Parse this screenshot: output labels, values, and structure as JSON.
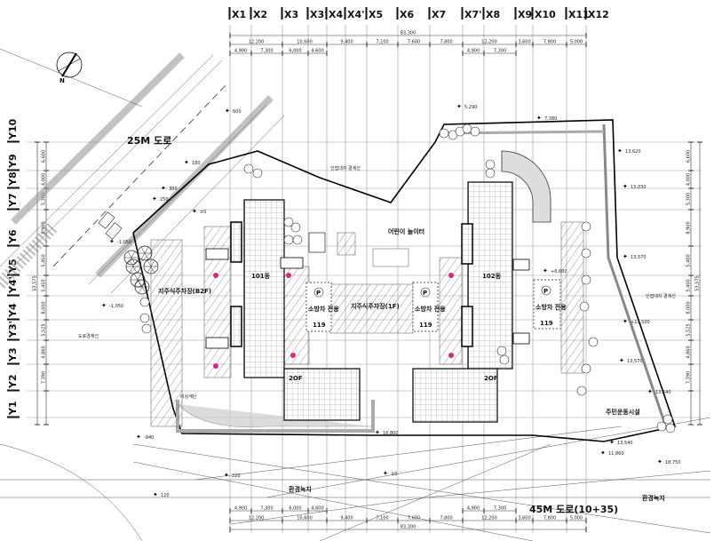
{
  "axes": {
    "x_labels": [
      "X1",
      "X2",
      "X3",
      "X3'",
      "X4",
      "X4'",
      "X5",
      "X6",
      "X7",
      "X7'",
      "X8",
      "X9",
      "X10",
      "X11",
      "X12"
    ],
    "y_labels": [
      "Y10",
      "Y9",
      "Y8",
      "Y7",
      "Y6",
      "Y5",
      "Y4'",
      "Y4",
      "Y3'",
      "Y3",
      "Y2",
      "Y1"
    ]
  },
  "dimensions": {
    "top_total": "83,300",
    "top_row": [
      "12,200",
      "10,600",
      "9,400",
      "7,100",
      "7,600",
      "7,800",
      "12,200",
      "3,600",
      "7,800",
      "5,000"
    ],
    "top_sub": [
      "4,900",
      "7,300",
      "6,000",
      "4,600",
      "4,900",
      "7,300"
    ],
    "bottom_total": "83,300",
    "bottom_row": [
      "12,200",
      "10,600",
      "9,400",
      "7,100",
      "7,600",
      "7,800",
      "12,200",
      "3,600",
      "7,800",
      "5,000"
    ],
    "bottom_sub": [
      "4,900",
      "7,300",
      "6,000",
      "4,600",
      "4,900",
      "7,300"
    ],
    "left_total": "53,575",
    "left_row": [
      "6,600",
      "4,000",
      "5,300",
      "8,900",
      "5,450",
      "5,450",
      "8,000",
      "5,525",
      "4,860",
      "7,390"
    ],
    "right_total": "53,575",
    "right_row": [
      "6,600",
      "4,000",
      "5,300",
      "8,900",
      "5,400",
      "5,400",
      "8,000",
      "5,525",
      "4,860",
      "7,390"
    ]
  },
  "labels": {
    "road_25m": "25M 도로",
    "road_45m": "45M 도로(10+35)",
    "playground": "어린이 놀이터",
    "bldg_101": "101동",
    "bldg_102": "102동",
    "parking_b2f": "지주식주차장(B2F)",
    "parking_1f": "지주식주차장(1F)",
    "fire_lane_1": "소방차 전용",
    "fire_lane_2": "소방차 전용",
    "fire_lane_3": "소방차 전용",
    "fire_num": "119",
    "parking_sign": "P",
    "floors_left": "2OF",
    "floors_right": "2OF",
    "road_boundary": "도로경계선",
    "adjacent_boundary_top": "인접대지 경계선",
    "adjacent_boundary_right": "인접대지 경계선",
    "community_sports": "주민운동시설",
    "green_left": "환경녹지",
    "green_right": "환경녹지",
    "emergency_stair": "비상계단",
    "north_mark": "N"
  },
  "elevations": {
    "e600": "600",
    "e180": "180",
    "e300": "300",
    "e250": "250",
    "e0": "±0",
    "em1050a": "-1,050",
    "em1050b": "-1,050",
    "e5290": "5,290",
    "e7380": "7,380",
    "e13620": "13,620",
    "e13030": "13,030",
    "e6600": "+6,600",
    "e13570a": "13,570",
    "e13500": "+13,500",
    "e13570b": "13,570",
    "e13540a": "13,540",
    "e13540b": "13,540",
    "e11860": "11,860",
    "e18750": "18,750",
    "e16800": "16,800",
    "em940": "-940",
    "e220": "220",
    "e120": "120",
    "e0b": "±0"
  }
}
